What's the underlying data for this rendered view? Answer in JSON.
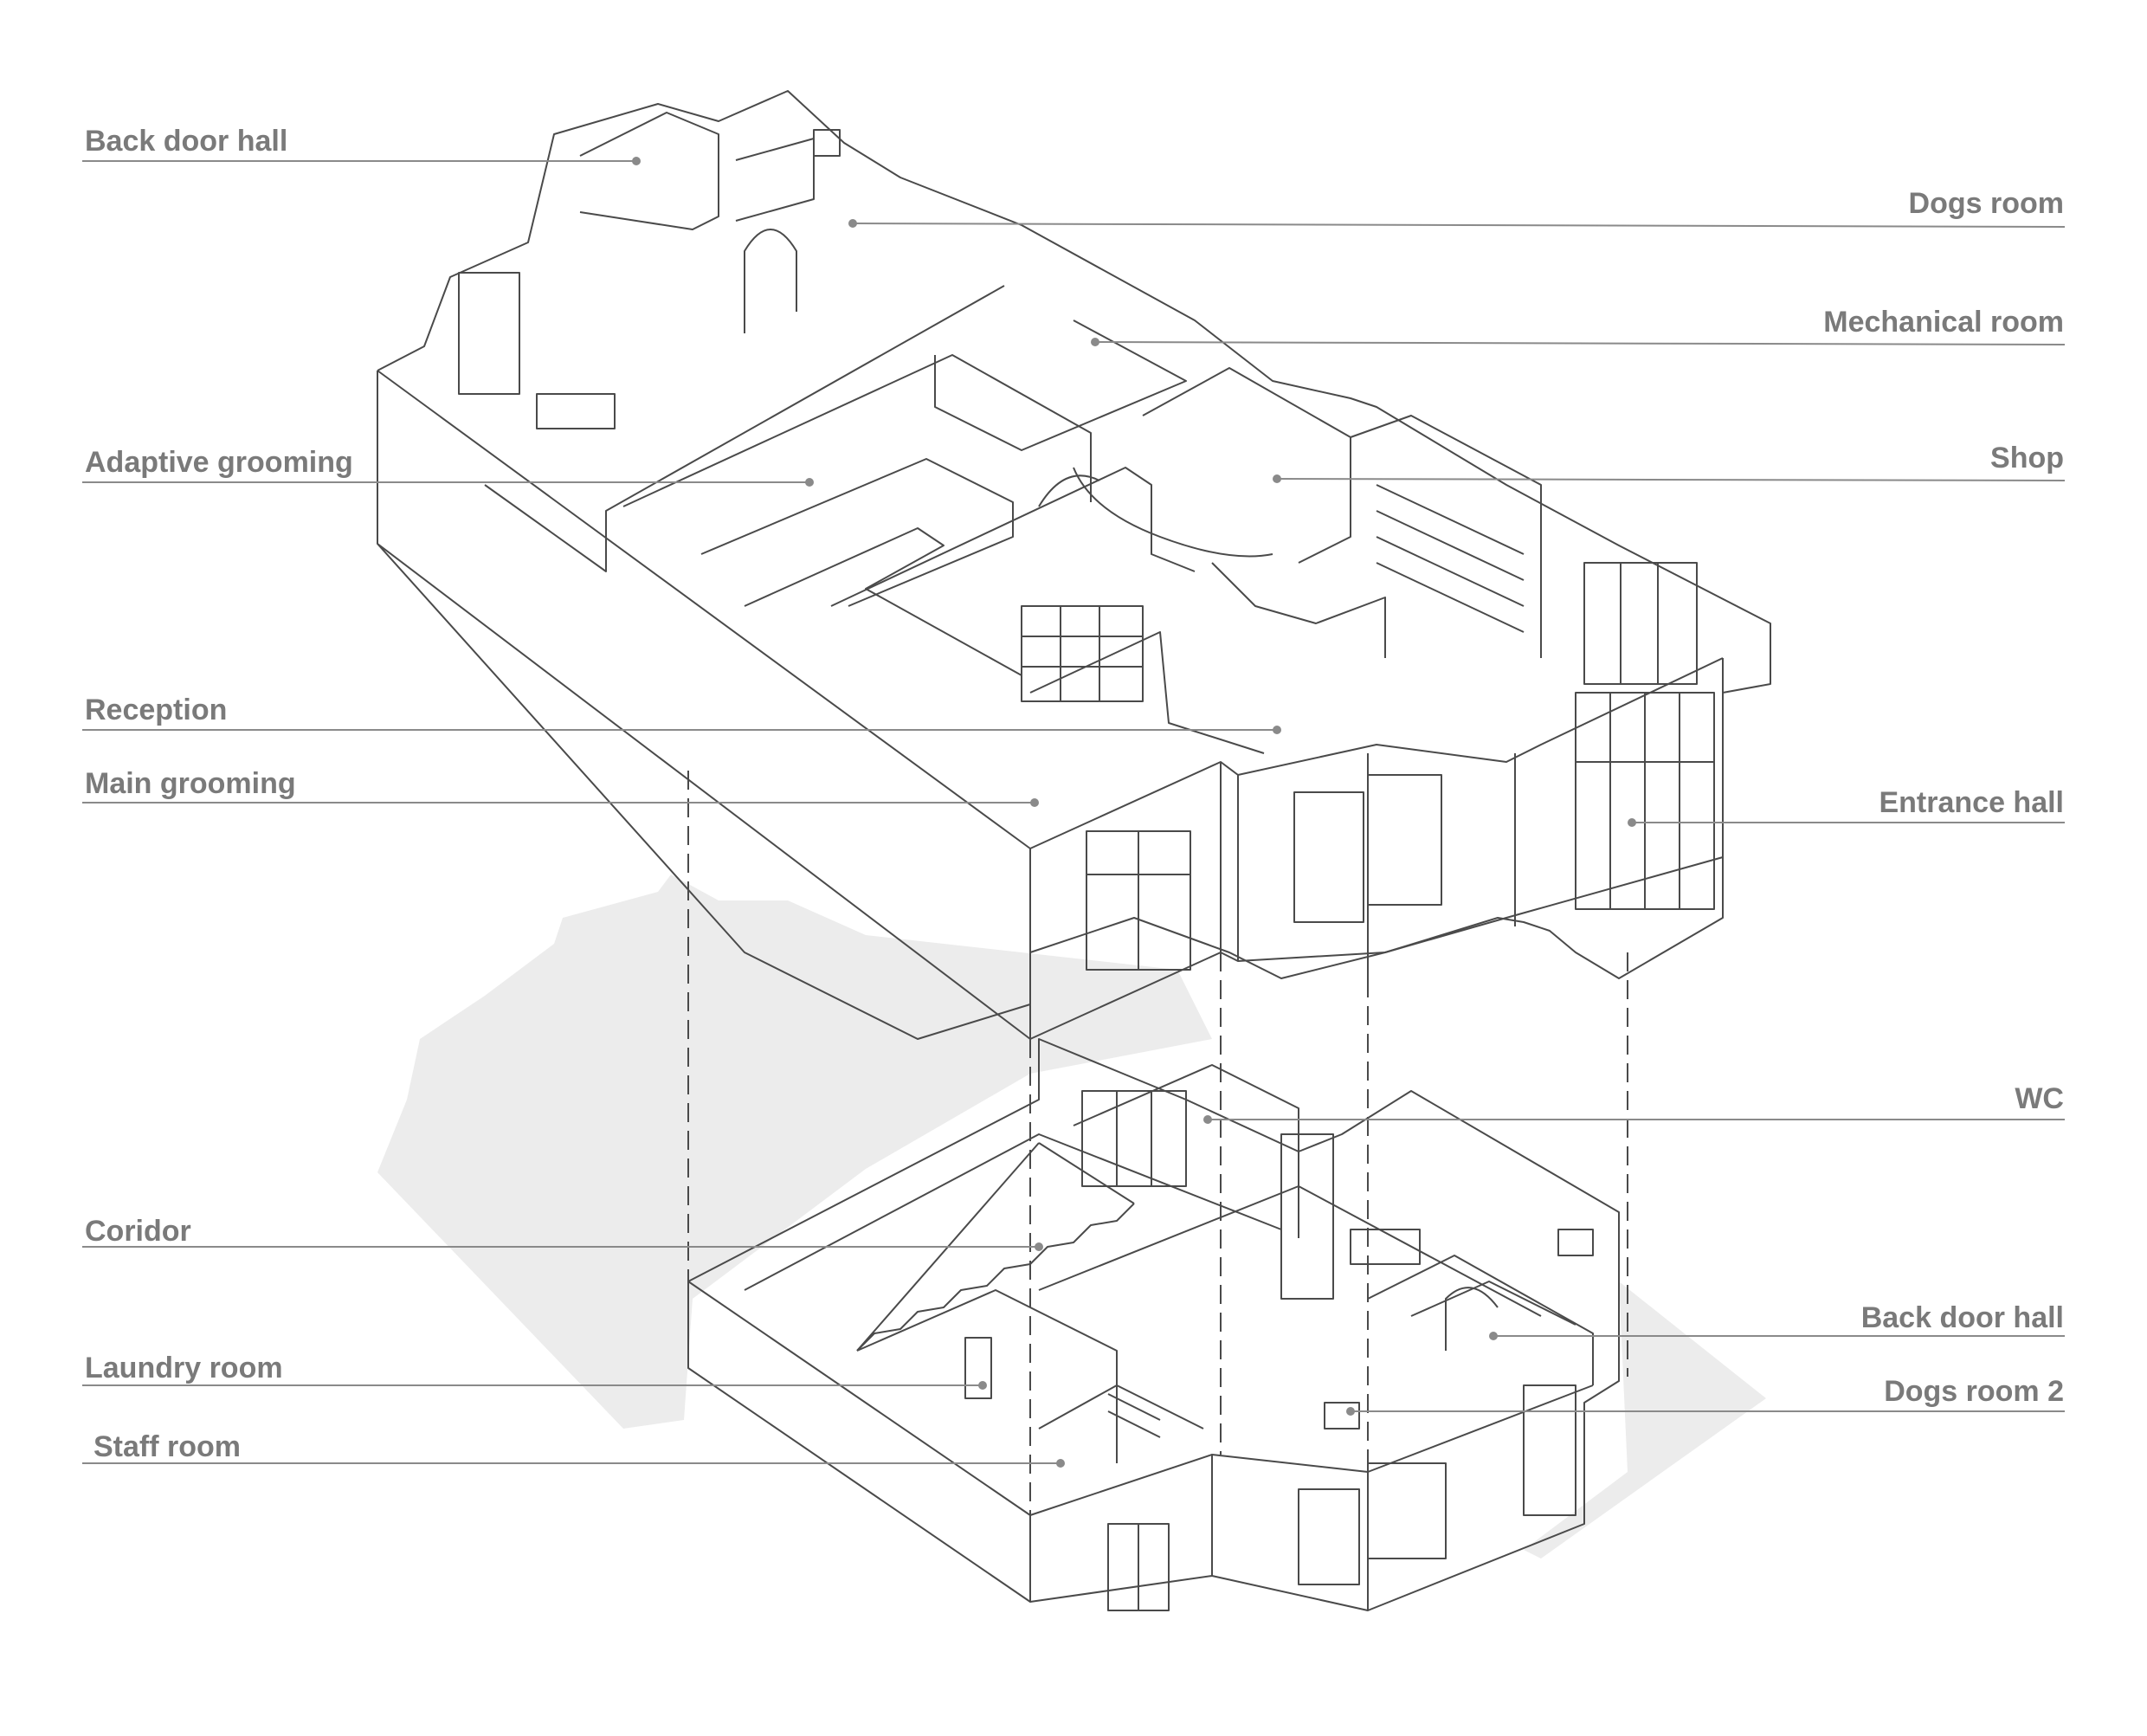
{
  "colors": {
    "background": "#ffffff",
    "line": "#4a4a4a",
    "leader": "#8a8a8a",
    "label_text": "#7a7a7a",
    "shadow": "#ececec"
  },
  "upper_floor": {
    "labels_left": {
      "back_door_hall": "Back door hall",
      "adaptive_grooming": "Adaptive grooming",
      "reception": "Reception",
      "main_grooming": "Main grooming"
    },
    "labels_right": {
      "dogs_room": "Dogs room",
      "mechanical_room": "Mechanical room",
      "shop": "Shop",
      "entrance_hall": "Entrance hall"
    }
  },
  "lower_floor": {
    "labels_left": {
      "coridor": "Coridor",
      "laundry_room": "Laundry room",
      "staff_room": "Staff room"
    },
    "labels_right": {
      "wc": "WC",
      "back_door_hall": "Back door hall",
      "dogs_room_2": "Dogs room 2"
    }
  }
}
